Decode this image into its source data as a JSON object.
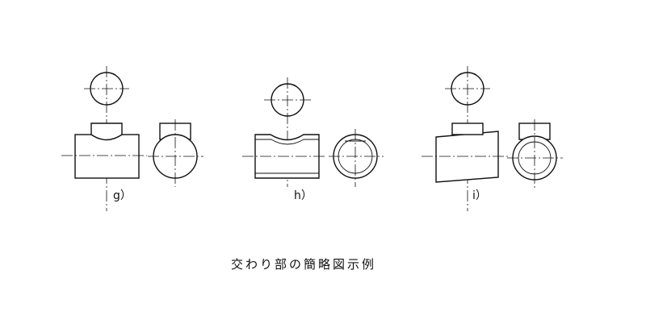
{
  "labels": {
    "g": "g）",
    "h": "h）",
    "i": "i）"
  },
  "caption": "交わり部の簡略図示例"
}
